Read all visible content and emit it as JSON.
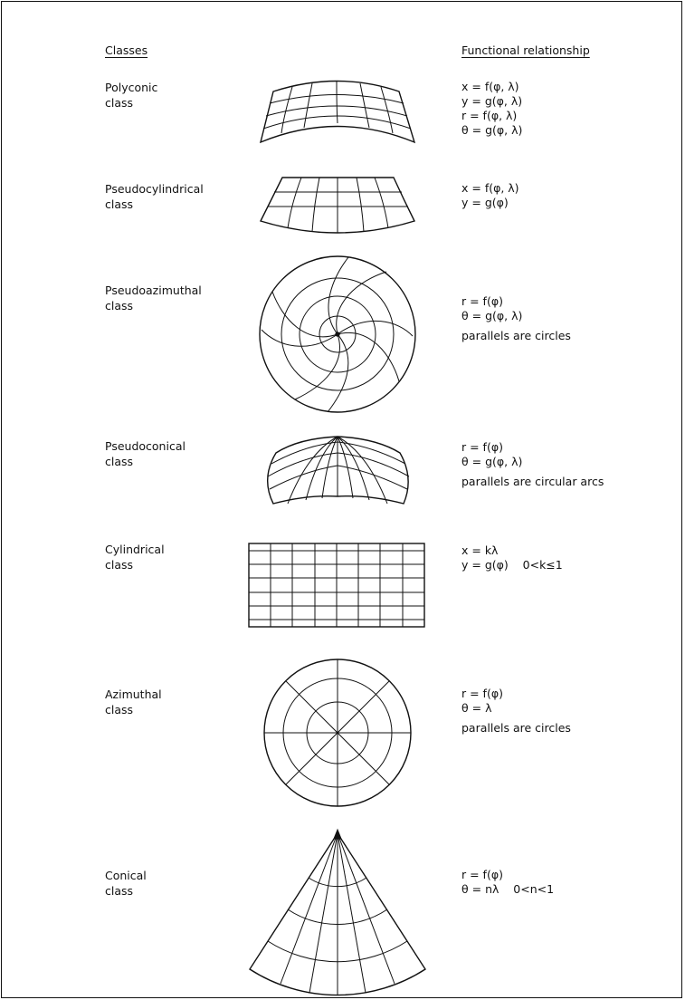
{
  "headers": {
    "left": "Classes",
    "right": "Functional relationship"
  },
  "rows": [
    {
      "id": "polyconic",
      "label": [
        "Polyconic",
        "class"
      ],
      "formulas": [
        "x = f(φ, λ)",
        "y = g(φ, λ)",
        "r = f(φ, λ)",
        "θ = g(φ, λ)"
      ]
    },
    {
      "id": "pseudocylindrical",
      "label": [
        "Pseudocylindrical",
        "class"
      ],
      "formulas": [
        "x = f(φ, λ)",
        "y = g(φ)"
      ]
    },
    {
      "id": "pseudoazimuthal",
      "label": [
        "Pseudoazimuthal",
        "class"
      ],
      "formulas": [
        "r = f(φ)",
        "θ = g(φ, λ)",
        "parallels are circles"
      ]
    },
    {
      "id": "pseudoconical",
      "label": [
        "Pseudoconical",
        "class"
      ],
      "formulas": [
        "r = f(φ)",
        "θ = g(φ, λ)",
        "parallels are circular arcs"
      ]
    },
    {
      "id": "cylindrical",
      "label": [
        "Cylindrical",
        "class"
      ],
      "formulas": [
        "x = kλ",
        "y = g(φ)    0<k≤1"
      ]
    },
    {
      "id": "azimuthal",
      "label": [
        "Azimuthal",
        "class"
      ],
      "formulas": [
        "r = f(φ)",
        "θ = λ",
        "parallels are circles"
      ]
    },
    {
      "id": "conical",
      "label": [
        "Conical",
        "class"
      ],
      "formulas": [
        "r = f(φ)",
        "θ = nλ    0<n<1"
      ]
    }
  ]
}
